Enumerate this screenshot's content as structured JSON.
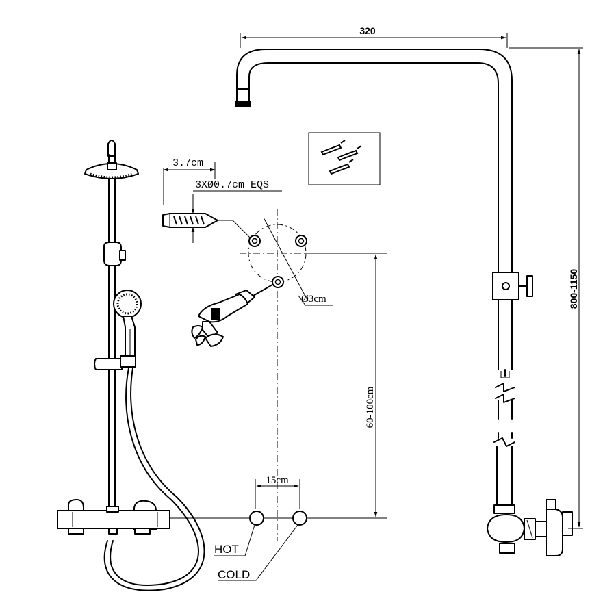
{
  "dimensions": {
    "top_width": "320",
    "height_range": "800-1150",
    "wall_height": "60-100cm",
    "center_spacing": "15cm",
    "anchor_spacing": "3.7cm",
    "anchor_spec": "3XØ0.7cm EQS",
    "hole_diameter": "Ø3cm"
  },
  "labels": {
    "hot": "HOT",
    "cold": "COLD"
  },
  "colors": {
    "line": "#000000",
    "background": "#ffffff"
  }
}
